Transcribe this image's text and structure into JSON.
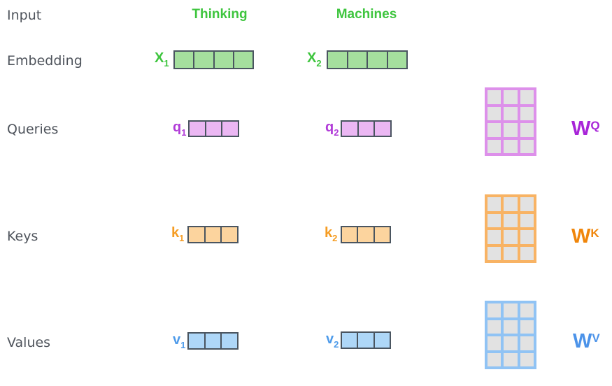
{
  "row_labels": {
    "input": "Input",
    "embedding": "Embedding",
    "queries": "Queries",
    "keys": "Keys",
    "values": "Values"
  },
  "columns": [
    {
      "header": "Thinking"
    },
    {
      "header": "Machines"
    }
  ],
  "embedding_vectors": [
    {
      "label": "X",
      "sub": "1",
      "cells": 4,
      "word": "Thinking"
    },
    {
      "label": "X",
      "sub": "2",
      "cells": 4,
      "word": "Machines"
    }
  ],
  "query_vectors": [
    {
      "label": "q",
      "sub": "1",
      "cells": 3
    },
    {
      "label": "q",
      "sub": "2",
      "cells": 3
    }
  ],
  "key_vectors": [
    {
      "label": "k",
      "sub": "1",
      "cells": 3
    },
    {
      "label": "k",
      "sub": "2",
      "cells": 3
    }
  ],
  "value_vectors": [
    {
      "label": "v",
      "sub": "1",
      "cells": 3
    },
    {
      "label": "v",
      "sub": "2",
      "cells": 3
    }
  ],
  "weight_matrices": [
    {
      "label": "W",
      "sup": "Q",
      "rows": 4,
      "cols": 3,
      "cells": 12
    },
    {
      "label": "W",
      "sup": "K",
      "rows": 4,
      "cols": 3,
      "cells": 12
    },
    {
      "label": "W",
      "sup": "V",
      "rows": 4,
      "cols": 3,
      "cells": 12
    }
  ],
  "colors": {
    "green_label": "#3EC53E",
    "green_cell": "#A5DF9E",
    "purple_label": "#B13BD8",
    "purple_cell": "#EBB7F3",
    "purple_matrix_border": "#DD90EA",
    "purple_w_label": "#A825D8",
    "orange_label": "#F59C23",
    "orange_cell": "#FCD49E",
    "orange_matrix_border": "#F8B364",
    "orange_w_label": "#F0860B",
    "blue_label": "#4E9BEA",
    "blue_cell": "#AED7F8",
    "blue_matrix_border": "#90C3F4",
    "blue_w_label": "#4C93E9",
    "vector_border": "#4A5560",
    "matrix_cell": "#E2E2E2",
    "row_label_text": "#4F545C"
  }
}
